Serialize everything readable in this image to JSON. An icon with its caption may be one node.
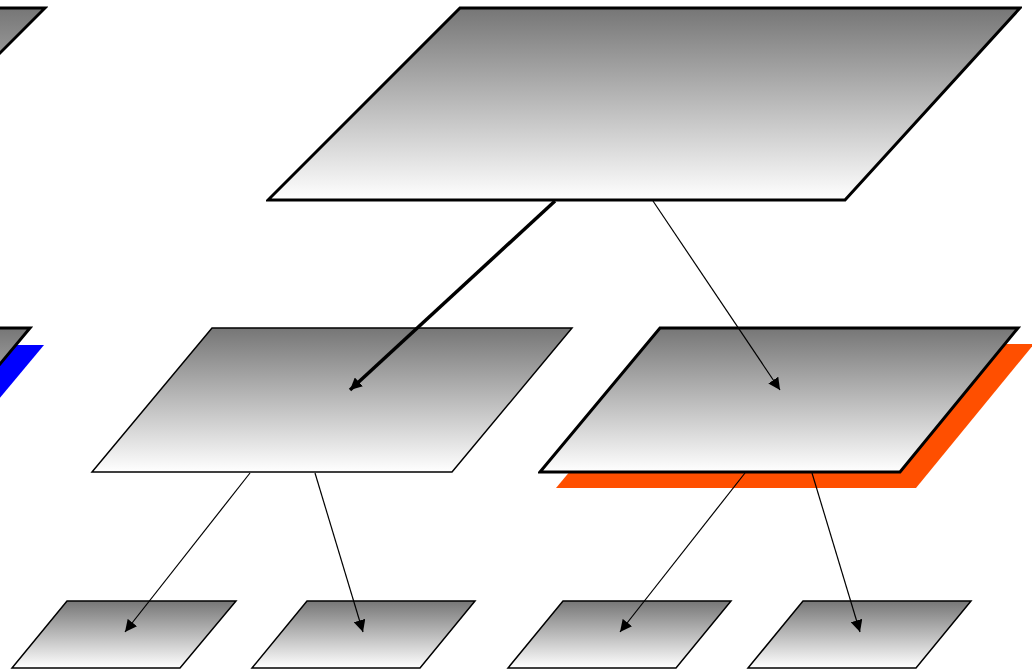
{
  "diagram": {
    "nodes": [
      {
        "text": [],
        "shape": "parallelogram"
      },
      {
        "text": [],
        "shape": "parallelogram"
      },
      {
        "text": [],
        "shape": "parallelogram"
      },
      {
        "text": [],
        "shape": "parallelogram"
      },
      {
        "text": [],
        "shape": "parallelogram"
      },
      {
        "text": [],
        "shape": "parallelogram"
      },
      {
        "text": [],
        "shape": "parallelogram"
      },
      {
        "text": [],
        "shape": "parallelogram"
      },
      {
        "text": [],
        "shape": "parallelogram"
      }
    ],
    "edges": [
      {
        "from": 1,
        "to": 3,
        "arrow": "to",
        "style": "thick"
      },
      {
        "from": 1,
        "to": 4,
        "arrow": "to"
      },
      {
        "from": 3,
        "to": 5,
        "arrow": "to"
      },
      {
        "from": 3,
        "to": 6,
        "arrow": "to"
      },
      {
        "from": 4,
        "to": 7,
        "arrow": "to"
      },
      {
        "from": 4,
        "to": 8,
        "arrow": "to"
      }
    ]
  }
}
